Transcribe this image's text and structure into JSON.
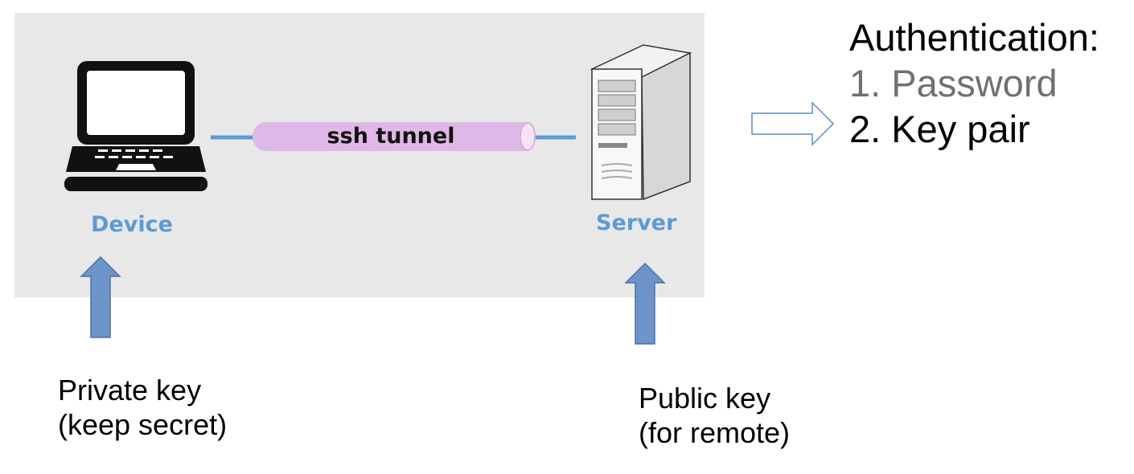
{
  "diagram": {
    "tunnel_label": "ssh tunnel",
    "device_label": "Device",
    "server_label": "Server",
    "colors": {
      "panel_bg": "#e8e8e8",
      "connector": "#5b9bd5",
      "tunnel_fill": "#e0b8e8",
      "node_label": "#5b9bd5",
      "arrow_fill": "#6d94c8",
      "arrow_stroke": "#4a72a8"
    }
  },
  "keys": {
    "private": {
      "line1": "Private key",
      "line2": "(keep secret)"
    },
    "public": {
      "line1": "Public key",
      "line2": "(for remote)"
    }
  },
  "auth": {
    "title": "Authentication:",
    "options": [
      {
        "label": "1. Password",
        "state": "inactive",
        "color": "#707070"
      },
      {
        "label": "2. Key pair",
        "state": "active",
        "color": "#000000"
      }
    ]
  },
  "icons": [
    "laptop-icon",
    "server-tower-icon",
    "up-arrow-icon",
    "right-arrow-icon"
  ]
}
